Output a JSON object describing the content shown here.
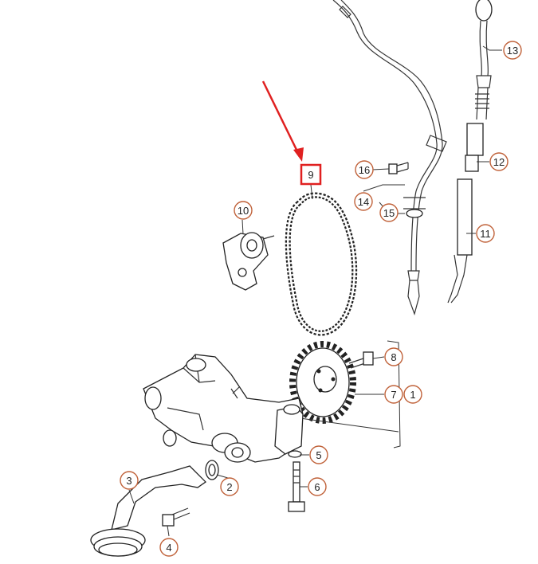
{
  "callouts": [
    {
      "id": "1",
      "label": "1"
    },
    {
      "id": "2",
      "label": "2"
    },
    {
      "id": "3",
      "label": "3"
    },
    {
      "id": "4",
      "label": "4"
    },
    {
      "id": "5",
      "label": "5"
    },
    {
      "id": "6",
      "label": "6"
    },
    {
      "id": "7",
      "label": "7"
    },
    {
      "id": "8",
      "label": "8"
    },
    {
      "id": "9",
      "label": "9"
    },
    {
      "id": "10",
      "label": "10"
    },
    {
      "id": "11",
      "label": "11"
    },
    {
      "id": "12",
      "label": "12"
    },
    {
      "id": "13",
      "label": "13"
    },
    {
      "id": "14",
      "label": "14"
    },
    {
      "id": "15",
      "label": "15"
    },
    {
      "id": "16",
      "label": "16"
    }
  ],
  "highlight": {
    "label": "9",
    "color": "#e02020"
  },
  "colors": {
    "callout_ring": "#c0623a",
    "highlight": "#e02020",
    "line": "#222222"
  }
}
